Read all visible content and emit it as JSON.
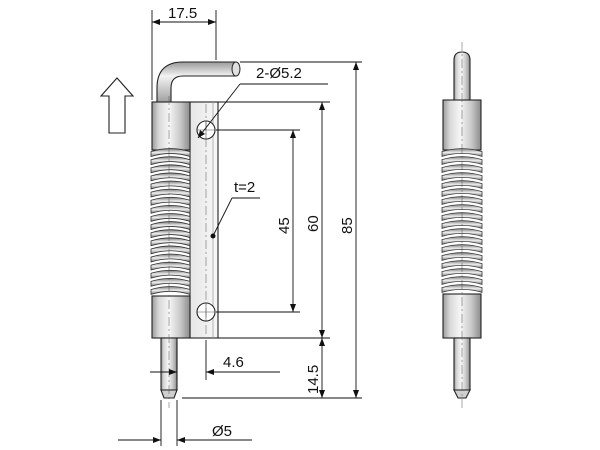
{
  "drawing": {
    "dimensions": {
      "width_top": "17.5",
      "holes": "2-Ø5.2",
      "thickness": "t=2",
      "hole_spacing": "45",
      "plate_height": "60",
      "overall_height": "85",
      "pin_offset": "4.6",
      "pin_length": "14.5",
      "pin_diameter": "Ø5"
    },
    "colors": {
      "metal_light": "#f4f4f4",
      "metal_mid": "#cfcfcf",
      "metal_dark": "#8a8a8a",
      "line": "#111111"
    },
    "icons": {
      "direction": "up-arrow-icon"
    }
  }
}
